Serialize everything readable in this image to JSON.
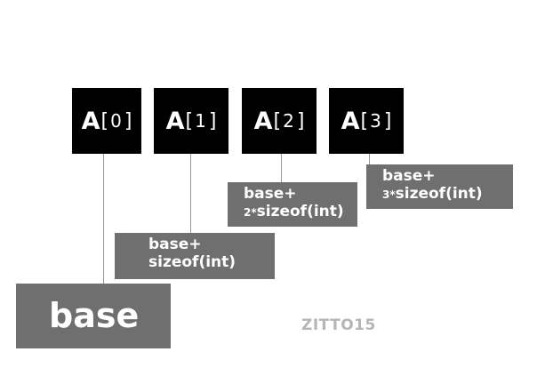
{
  "cells": [
    {
      "name": "A",
      "open": "[",
      "index": "0",
      "close": "]"
    },
    {
      "name": "A",
      "open": "[",
      "index": "1",
      "close": "]"
    },
    {
      "name": "A",
      "open": "[",
      "index": "2",
      "close": "]"
    },
    {
      "name": "A",
      "open": "[",
      "index": "3",
      "close": "]"
    }
  ],
  "base_label": "base",
  "address_labels": [
    {
      "line1": "base+",
      "line2_prefix": "",
      "line2": "sizeof(int)"
    },
    {
      "line1": "base+",
      "line2_prefix": "2*",
      "line2": "sizeof(int)"
    },
    {
      "line1": "base+",
      "line2_prefix": "3*",
      "line2": "sizeof(int)"
    }
  ],
  "watermark": "ZITTO15",
  "colors": {
    "cell_fill": "#000000",
    "label_fill": "#6f6f6f",
    "connector": "#9a9a9a",
    "watermark": "#b5b5b5",
    "text": "#ffffff"
  }
}
